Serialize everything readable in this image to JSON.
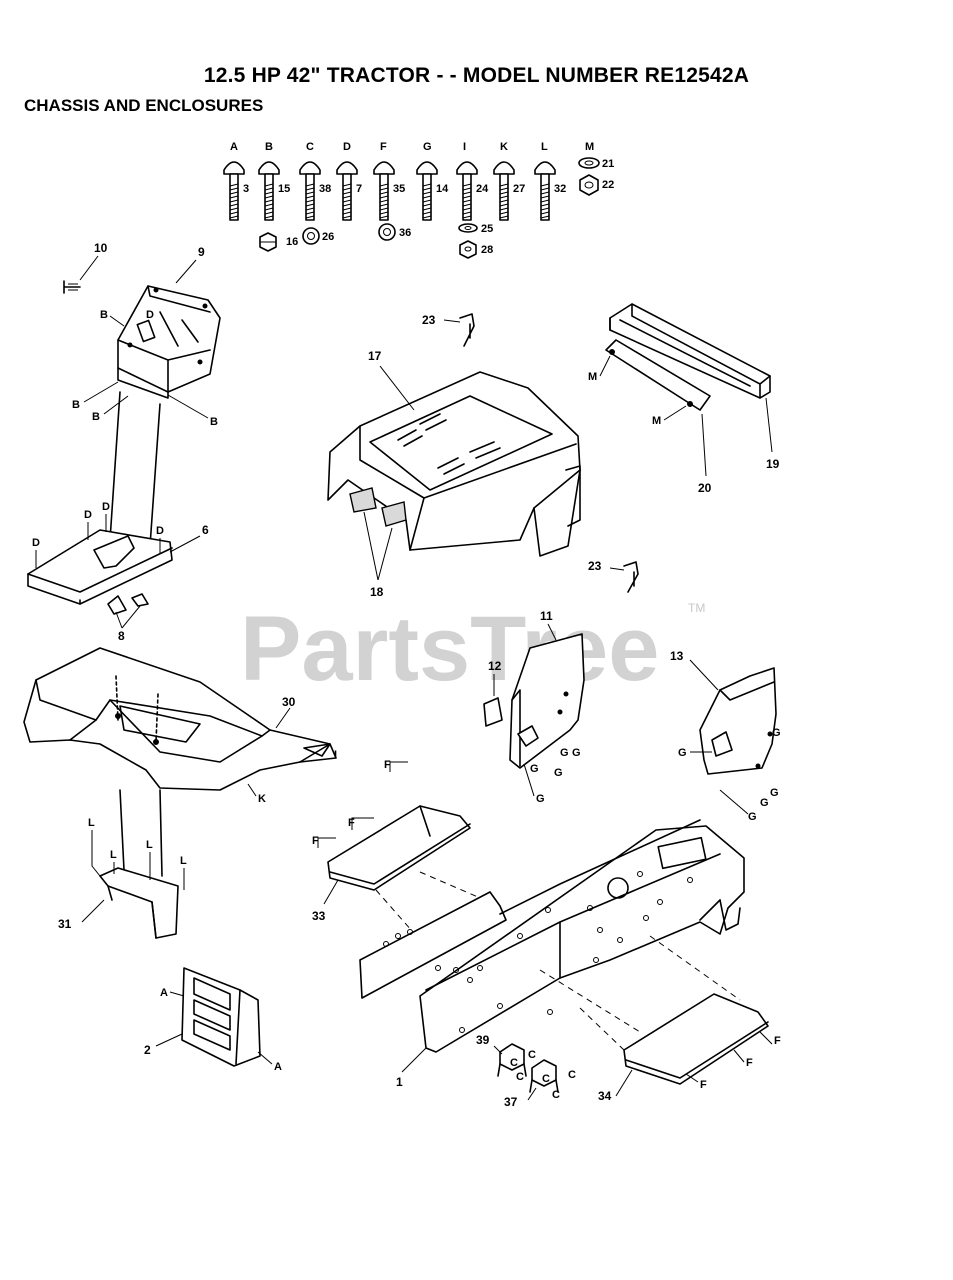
{
  "header": {
    "title": "12.5 HP 42\"  TRACTOR - - MODEL NUMBER RE12542A",
    "section": "CHASSIS AND ENCLOSURES"
  },
  "watermark": {
    "text": "PartsTree",
    "tm": "TM",
    "color": "#c8c8c8"
  },
  "hardware": [
    {
      "letter": "A",
      "number": "3"
    },
    {
      "letter": "B",
      "number": "15"
    },
    {
      "letter": "C",
      "number": "38"
    },
    {
      "letter": "D",
      "number": "7"
    },
    {
      "letter": "F",
      "number": "35"
    },
    {
      "letter": "G",
      "number": "14"
    },
    {
      "letter": "I",
      "number": "24"
    },
    {
      "letter": "K",
      "number": "27"
    },
    {
      "letter": "L",
      "number": "32"
    },
    {
      "letter": "M",
      "number": "21"
    }
  ],
  "nuts": [
    "16",
    "26",
    "36",
    "25",
    "28",
    "22"
  ],
  "callouts": {
    "p1": "1",
    "p2": "2",
    "p6": "6",
    "p8": "8",
    "p9": "9",
    "p10": "10",
    "p11": "11",
    "p12": "12",
    "p13": "13",
    "p17": "17",
    "p18": "18",
    "p19": "19",
    "p20": "20",
    "p23a": "23",
    "p23b": "23",
    "p30": "30",
    "p31": "31",
    "p33": "33",
    "p34": "34",
    "p37": "37",
    "p39": "39"
  },
  "refs": {
    "A": "A",
    "B": "B",
    "C": "C",
    "D": "D",
    "F": "F",
    "G": "G",
    "I": "I",
    "K": "K",
    "L": "L",
    "M": "M"
  }
}
